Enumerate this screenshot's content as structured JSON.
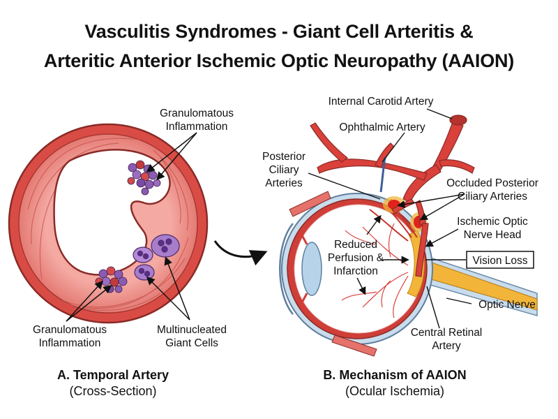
{
  "title": {
    "line1": "Vasculitis Syndromes - Giant Cell Arteritis &",
    "line2": "Arteritic Anterior Ischemic Optic Neuropathy (AAION)"
  },
  "panel_a": {
    "labels": {
      "granulomatous_top_1": "Granulomatous",
      "granulomatous_top_2": "Inflammation",
      "granulomatous_bottom_1": "Granulomatous",
      "granulomatous_bottom_2": "Inflammation",
      "giant_cells_1": "Multinucleated",
      "giant_cells_2": "Giant Cells"
    },
    "caption_title": "A. Temporal Artery",
    "caption_sub": "(Cross-Section)"
  },
  "panel_b": {
    "labels": {
      "internal_carotid": "Internal Carotid Artery",
      "ophthalmic": "Ophthalmic Artery",
      "posterior_ciliary_1": "Posterior",
      "posterior_ciliary_2": "Ciliary",
      "posterior_ciliary_3": "Arteries",
      "occluded_1": "Occluded Posterior",
      "occluded_2": "Ciliary Arteries",
      "ischemic_1": "Ischemic Optic",
      "ischemic_2": "Nerve Head",
      "reduced_1": "Reduced",
      "reduced_2": "Perfusion &",
      "reduced_3": "Infarction",
      "vision_loss": "Vision Loss",
      "optic_nerve": "Optic Nerve",
      "central_retinal_1": "Central Retinal",
      "central_retinal_2": "Artery"
    },
    "caption_title": "B. Mechanism of AAION",
    "caption_sub": "(Ocular Ischemia)"
  },
  "colors": {
    "artery_red": "#d9413a",
    "wall_pink": "#ee8f8a",
    "inflammation_purple": "#8a5bb0",
    "ischemia_yellow": "#f2b53a",
    "sclera_blue": "#c9dcec"
  }
}
